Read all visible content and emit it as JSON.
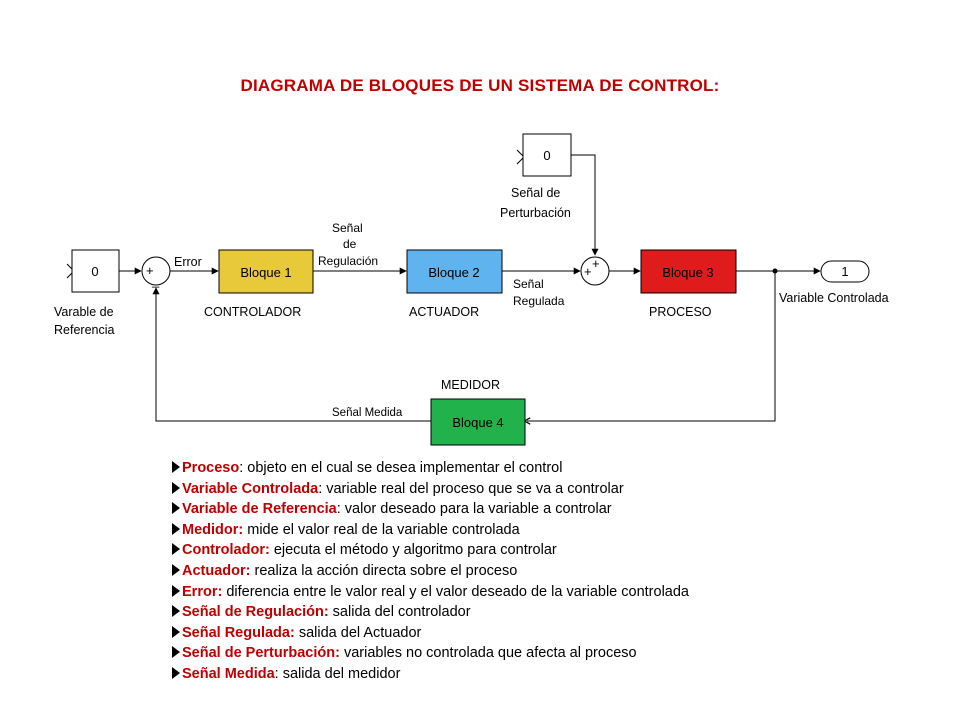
{
  "title": "DIAGRAMA DE BLOQUES DE UN SISTEMA DE CONTROL:",
  "diagram": {
    "reference_block": {
      "value": "0",
      "label_line1": "Varable de",
      "label_line2": "Referencia"
    },
    "sum1": {
      "plus": "+",
      "minus": "_"
    },
    "error_label": "Error",
    "block1": {
      "label": "Bloque 1",
      "caption": "CONTROLADOR",
      "color": "#e8c93a"
    },
    "regulation_label": {
      "line1": "Señal",
      "line2": "de",
      "line3": "Regulación"
    },
    "block2": {
      "label": "Bloque 2",
      "caption": "ACTUADOR",
      "color": "#5fb3ef"
    },
    "regulated_label": {
      "line1": "Señal",
      "line2": "Regulada"
    },
    "sum2": {
      "plus_left": "+",
      "plus_top": "+"
    },
    "disturbance_block": {
      "value": "0",
      "label_line1": "Señal de",
      "label_line2": "Perturbación"
    },
    "block3": {
      "label": "Bloque 3",
      "caption": "PROCESO",
      "color": "#e01b1b"
    },
    "output_port": {
      "value": "1",
      "label": "Variable Controlada"
    },
    "block4": {
      "label": "Bloque 4",
      "caption": "MEDIDOR",
      "color": "#22b24c"
    },
    "measured_label": "Señal Medida"
  },
  "glossary": [
    {
      "term": "Proceso",
      "desc": ": objeto en el cual se desea implementar el control"
    },
    {
      "term": "Variable Controlada",
      "desc": ": variable real del proceso que se va a controlar"
    },
    {
      "term": "Variable de Referencia",
      "desc": ": valor deseado para la variable a controlar"
    },
    {
      "term": "Medidor:",
      "desc": " mide el valor real de la variable controlada"
    },
    {
      "term": "Controlador:",
      "desc": " ejecuta el método y algoritmo para controlar"
    },
    {
      "term": "Actuador:",
      "desc": " realiza la acción directa sobre el proceso"
    },
    {
      "term": "Error:",
      "desc": " diferencia entre le valor real y el valor deseado de la variable controlada"
    },
    {
      "term": "Señal de Regulación:",
      "desc": " salida del controlador"
    },
    {
      "term": "Señal Regulada:",
      "desc": " salida del Actuador"
    },
    {
      "term": "Señal de Perturbación:",
      "desc": " variables no controlada que afecta al proceso"
    },
    {
      "term": "Señal Medida",
      "desc": ": salida del medidor"
    }
  ]
}
